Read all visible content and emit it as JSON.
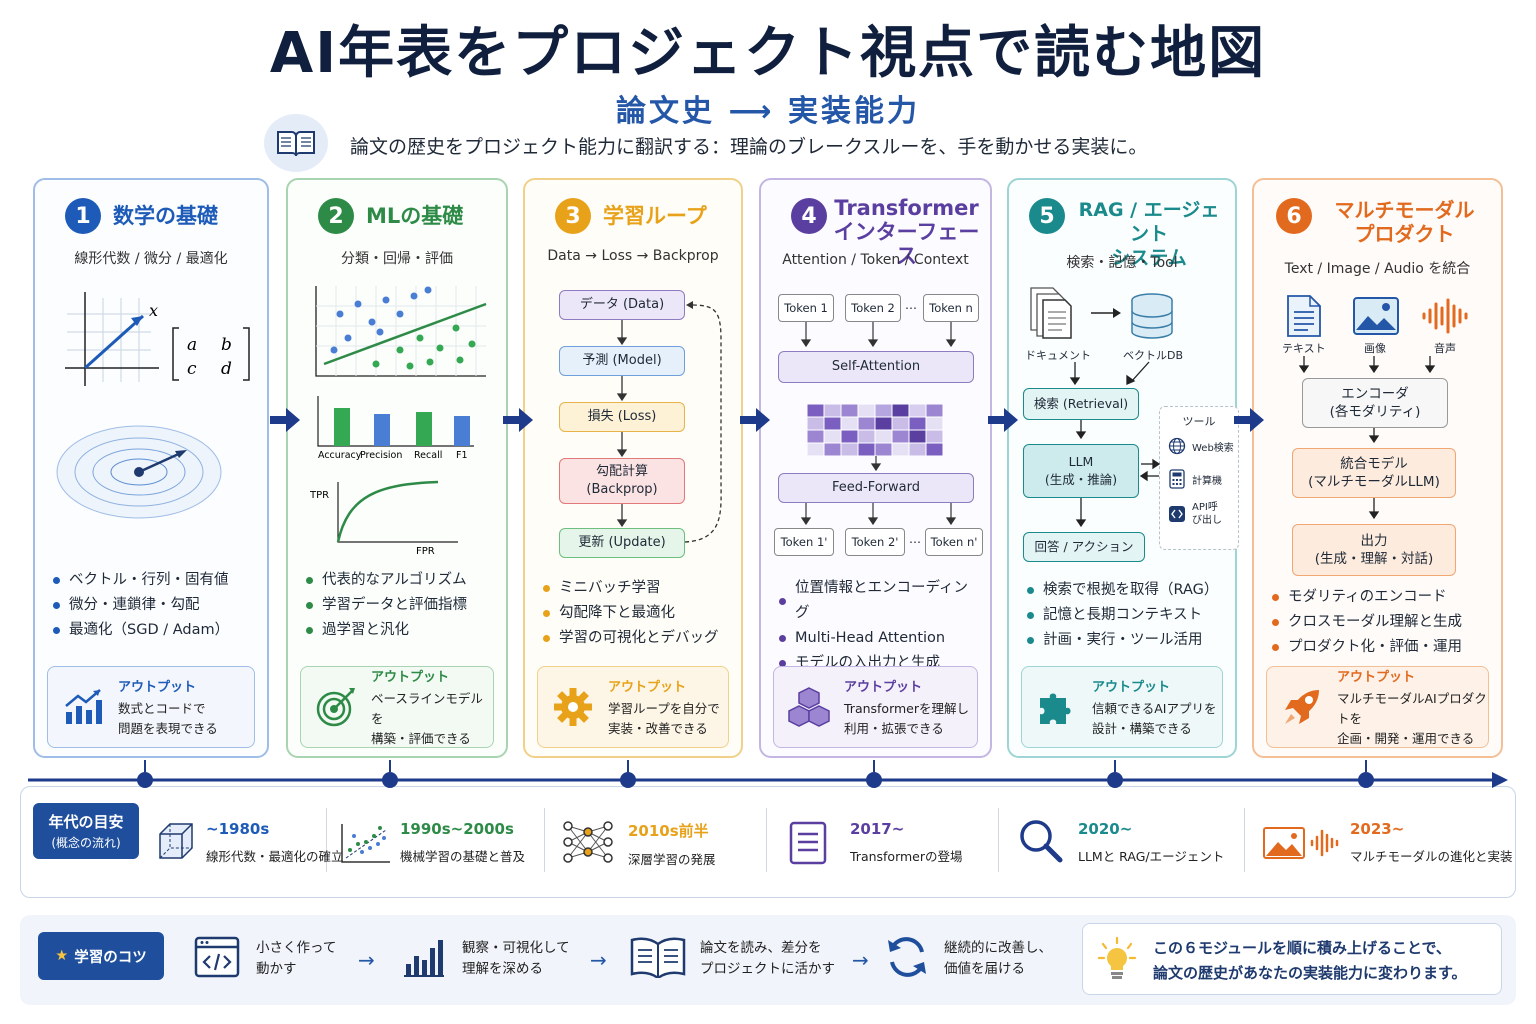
{
  "header": {
    "title": "AI年表をプロジェクト視点で読む地図",
    "subtitle": "論文史 ⟶ 実装能力",
    "intro": "論文の歴史をプロジェクト能力に翻訳する：理論のブレークスルーを、手を動かせる実装に。"
  },
  "modules": [
    {
      "num": "1",
      "title": "数学の基礎",
      "sub": "線形代数 / 微分 / 最適化",
      "color": "#1e5bb8",
      "bullets": [
        "ベクトル・行列・固有値",
        "微分・連鎖律・勾配",
        "最適化（SGD / Adam）"
      ],
      "out_label": "アウトプット",
      "out_text": "数式とコードで\n問題を表現できる",
      "matrix": {
        "a": "a",
        "b": "b",
        "c": "c",
        "d": "d",
        "x": "x"
      }
    },
    {
      "num": "2",
      "title": "MLの基礎",
      "sub": "分類・回帰・評価",
      "color": "#2e8b47",
      "bullets": [
        "代表的なアルゴリズム",
        "学習データと評価指標",
        "過学習と汎化"
      ],
      "out_label": "アウトプット",
      "out_text": "ベースラインモデルを\n構築・評価できる",
      "metrics": [
        "Accuracy",
        "Precision",
        "Recall",
        "F1"
      ],
      "tpr": "TPR",
      "fpr": "FPR"
    },
    {
      "num": "3",
      "title": "学習ループ",
      "sub": "Data → Loss → Backprop",
      "color": "#e8a21a",
      "bullets": [
        "ミニバッチ学習",
        "勾配降下と最適化",
        "学習の可視化とデバッグ"
      ],
      "out_label": "アウトプット",
      "out_text": "学習ループを自分で\n実装・改善できる",
      "flow": [
        "データ (Data)",
        "予測 (Model)",
        "損失 (Loss)",
        "勾配計算\n(Backprop)",
        "更新 (Update)"
      ]
    },
    {
      "num": "4",
      "title": "Transformer\nインターフェース",
      "sub": "Attention / Token / Context",
      "color": "#5b3fa0",
      "bullets": [
        "位置情報とエンコーディング",
        "Multi-Head Attention",
        "モデルの入出力と生成"
      ],
      "out_label": "アウトプット",
      "out_text": "Transformerを理解し\n利用・拡張できる",
      "tokens_in": [
        "Token 1",
        "Token 2",
        "Token n"
      ],
      "self_attention": "Self-Attention",
      "ffn": "Feed-Forward",
      "tokens_out": [
        "Token 1'",
        "Token 2'",
        "Token n'"
      ],
      "ellipsis": "…"
    },
    {
      "num": "5",
      "title": "RAG / エージェント\nシステム",
      "sub": "検索・記憶・Tool",
      "color": "#1a8a8c",
      "bullets": [
        "検索で根拠を取得（RAG）",
        "記憶と長期コンテキスト",
        "計画・実行・ツール活用"
      ],
      "out_label": "アウトプット",
      "out_text": "信頼できるAIアプリを\n設計・構築できる",
      "doc": "ドキュメント",
      "vdb": "ベクトルDB",
      "retrieval": "検索 (Retrieval)",
      "llm": "LLM\n(生成・推論)",
      "answer": "回答 / アクション",
      "tools_title": "ツール",
      "tools": [
        "Web検索",
        "計算機",
        "API呼\nび出し"
      ]
    },
    {
      "num": "6",
      "title": "マルチモーダル\nプロダクト",
      "sub": "Text / Image / Audio を統合",
      "color": "#e26a1f",
      "bullets": [
        "モダリティのエンコード",
        "クロスモーダル理解と生成",
        "プロダクト化・評価・運用"
      ],
      "out_label": "アウトプット",
      "out_text": "マルチモーダルAIプロダクトを\n企画・開発・運用できる",
      "inputs": [
        "テキスト",
        "画像",
        "音声"
      ],
      "encoder": "エンコーダ\n(各モダリティ)",
      "unified": "統合モデル\n(マルチモーダルLLM)",
      "output": "出力\n(生成・理解・対話)"
    }
  ],
  "timeline": {
    "badge_title": "年代の目安",
    "badge_sub": "(概念の流れ)",
    "eras": [
      {
        "year": "~1980s",
        "desc": "線形代数・最適化の確立",
        "color": "#1e5bb8"
      },
      {
        "year": "1990s~2000s",
        "desc": "機械学習の基礎と普及",
        "color": "#2e8b47"
      },
      {
        "year": "2010s前半",
        "desc": "深層学習の発展",
        "color": "#e8a21a"
      },
      {
        "year": "2017~",
        "desc": "Transformerの登場",
        "color": "#5b3fa0"
      },
      {
        "year": "2020~",
        "desc": "LLMと RAG/エージェント",
        "color": "#1a8a8c"
      },
      {
        "year": "2023~",
        "desc": "マルチモーダルの進化と実装",
        "color": "#e26a1f"
      }
    ]
  },
  "tips": {
    "badge": "学習のコツ",
    "steps": [
      "小さく作って\n動かす",
      "観察・可視化して\n理解を深める",
      "論文を読み、差分を\nプロジェクトに活かす",
      "継続的に改善し、\n価値を届ける"
    ],
    "closing": "この６モジュールを順に積み上げることで、\n論文の歴史があなたの実装能力に変わります。"
  }
}
